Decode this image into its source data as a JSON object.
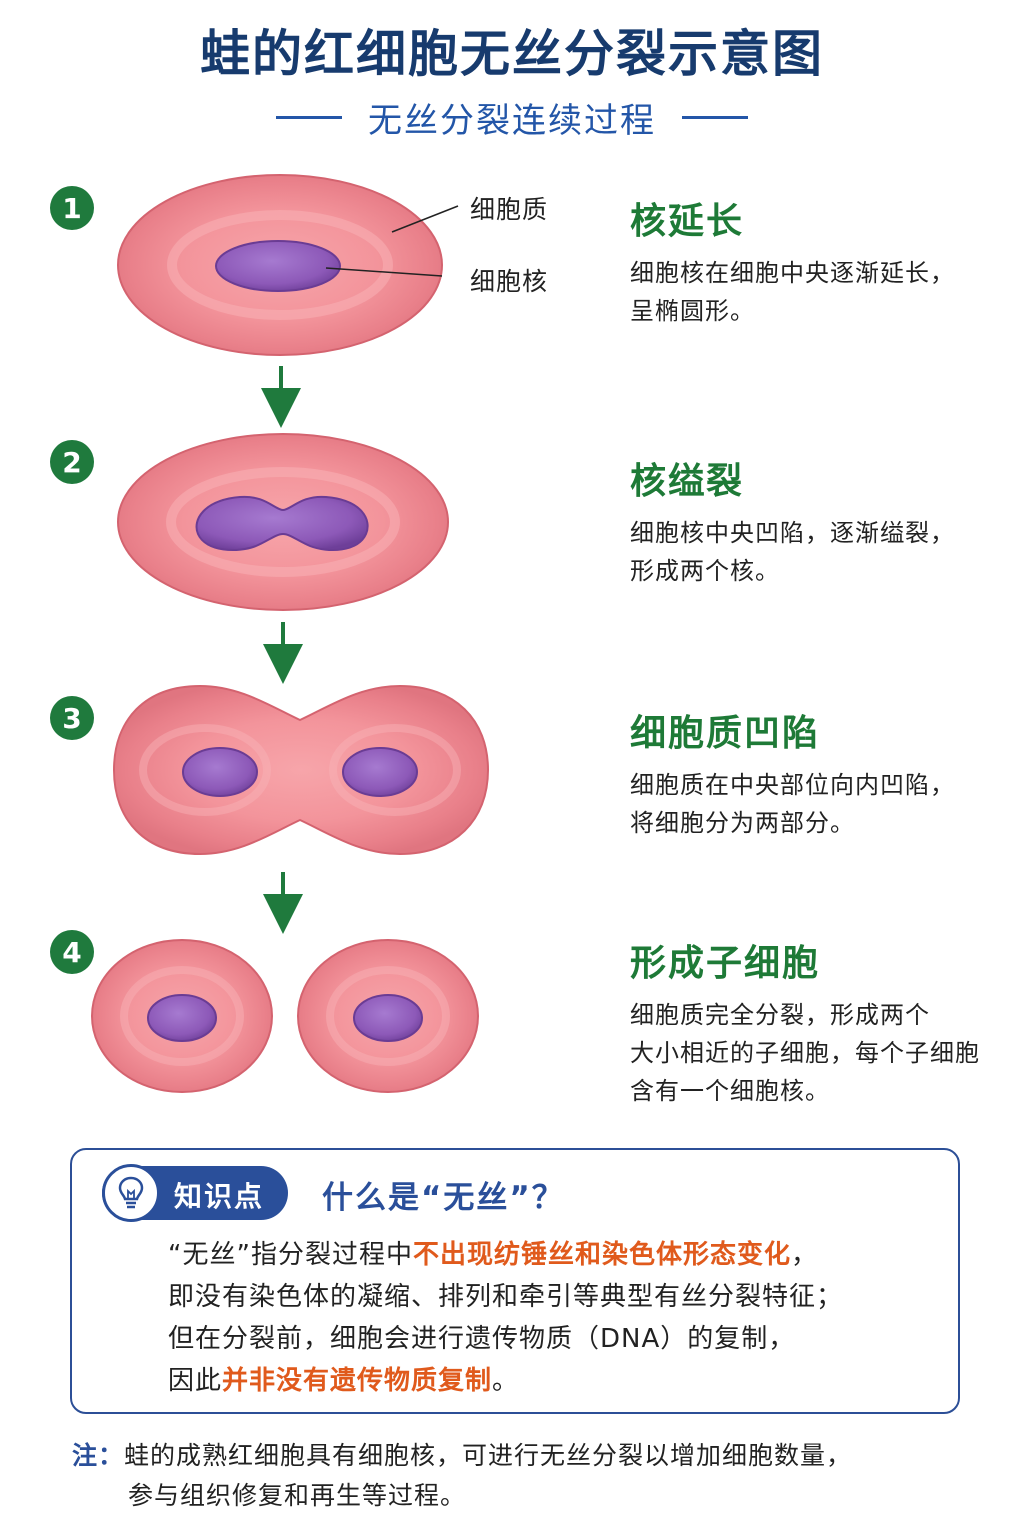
{
  "header": {
    "title": "蛙的红细胞无丝分裂示意图",
    "subtitle": "无丝分裂连续过程"
  },
  "labels": {
    "cytoplasm": "细胞质",
    "nucleus": "细胞核"
  },
  "steps": [
    {
      "number": "1",
      "title": "核延长",
      "desc_lines": [
        "细胞核在细胞中央逐渐延长，",
        "呈椭圆形。"
      ]
    },
    {
      "number": "2",
      "title": "核缢裂",
      "desc_lines": [
        "细胞核中央凹陷，逐渐缢裂，",
        "形成两个核。"
      ]
    },
    {
      "number": "3",
      "title": "细胞质凹陷",
      "desc_lines": [
        "细胞质在中央部位向内凹陷，",
        "将细胞分为两部分。"
      ]
    },
    {
      "number": "4",
      "title": "形成子细胞",
      "desc_lines": [
        "细胞质完全分裂，形成两个",
        "大小相近的子细胞，每个子细胞",
        "含有一个细胞核。"
      ]
    }
  ],
  "knowledge": {
    "tag": "知识点",
    "question": "什么是“无丝”？",
    "line1_a": "“无丝”指分裂过程中",
    "line1_hl": "不出现纺锤丝和染色体形态变化",
    "line1_b": "，",
    "line2": "即没有染色体的凝缩、排列和牵引等典型有丝分裂特征；",
    "line3": "但在分裂前，细胞会进行遗传物质（DNA）的复制，",
    "line4_a": "因此",
    "line4_hl": "并非没有遗传物质复制",
    "line4_b": "。"
  },
  "note": {
    "label": "注：",
    "line1": "蛙的成熟红细胞具有细胞核，可进行无丝分裂以增加细胞数量，",
    "line2": "参与组织修复和再生等过程。"
  },
  "colors": {
    "cell_fill": "#f08f96",
    "cell_edge": "#d96a74",
    "nucleus_fill": "#8e5bb8",
    "accent_green": "#1e7a37",
    "accent_blue": "#2a4f9a",
    "highlight": "#e05a1c"
  }
}
